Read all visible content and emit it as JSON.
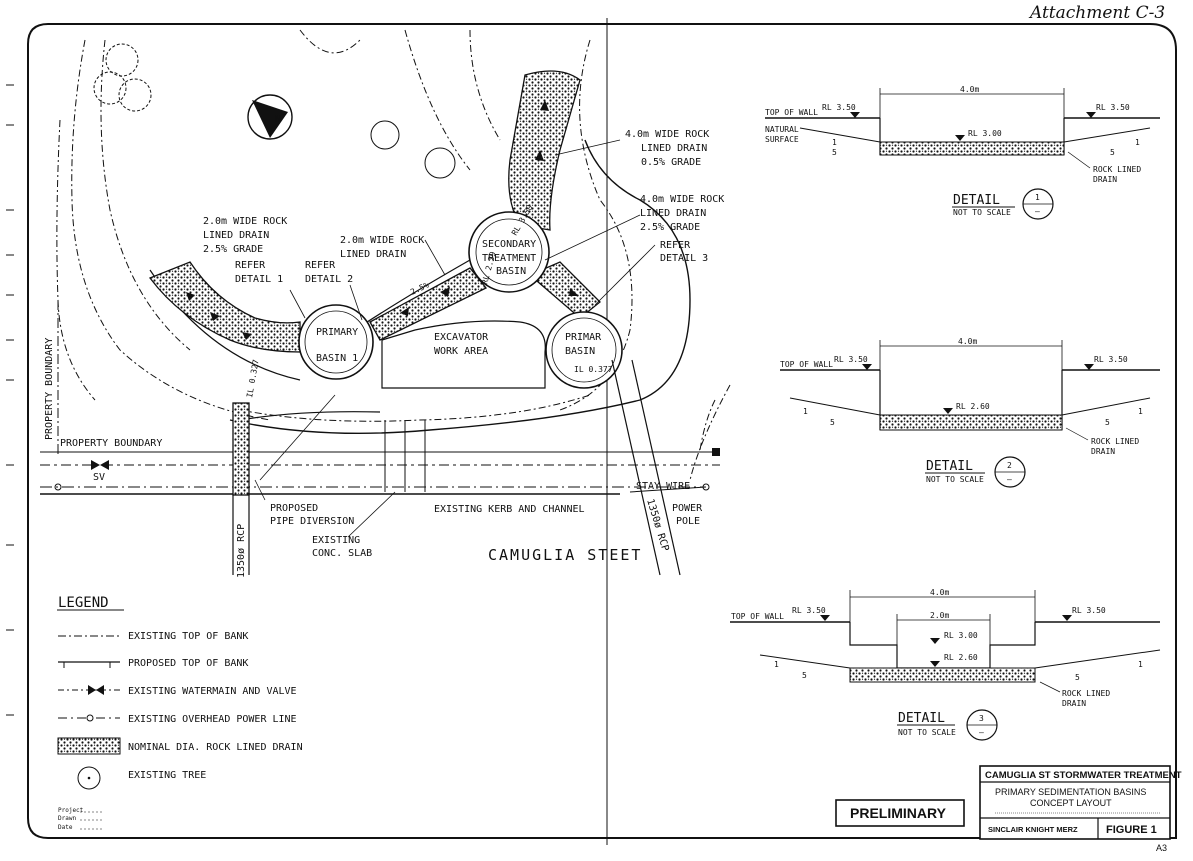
{
  "attachment": "Attachment C-3",
  "plan": {
    "drain_4m_note": [
      "4.0m WIDE ROCK",
      "LINED DRAIN",
      "0.5% GRADE"
    ],
    "drain_4m_right_note": [
      "4.0m WIDE ROCK",
      "LINED DRAIN",
      "2.5% GRADE"
    ],
    "refer_detail_3": [
      "REFER",
      "DETAIL 3"
    ],
    "drain_2m_left_note": [
      "2.0m WIDE ROCK",
      "LINED DRAIN",
      "2.5% GRADE"
    ],
    "refer_detail_1": [
      "REFER",
      "DETAIL 1"
    ],
    "refer_detail_2": [
      "REFER",
      "DETAIL 2"
    ],
    "drain_2m_mid_note": [
      "2.0m WIDE ROCK",
      "LINED DRAIN"
    ],
    "secondary_basin": [
      "SECONDARY",
      "TREATMENT",
      "BASIN"
    ],
    "primary_basin_1": [
      "PRIMARY",
      "BASIN 1"
    ],
    "primary_basin_2": [
      "PRIMAR",
      "BASIN"
    ],
    "excavator_area": [
      "EXCAVATOR",
      "WORK AREA"
    ],
    "level_secondary_top": "RL 3.50",
    "level_secondary_side": "RL 2.39",
    "level_primary1": "IL 0.327",
    "level_primary2": "IL 0.377",
    "grade_small": "2.5%",
    "property_boundary_v": "PROPERTY BOUNDARY",
    "property_boundary_h": "PROPERTY BOUNDARY",
    "sv": "SV",
    "pipe_diversion": [
      "PROPOSED",
      "PIPE DIVERSION"
    ],
    "conc_slab": [
      "EXISTING",
      "CONC. SLAB"
    ],
    "kerb": "EXISTING KERB AND CHANNEL",
    "stay_wire": "STAY WIRE",
    "power_pole": [
      "POWER",
      "POLE"
    ],
    "street": "CAMUGLIA STEET",
    "rcp_left": "1350ø RCP",
    "rcp_right": "1350ø RCP"
  },
  "details": {
    "d1": {
      "width": "4.0m",
      "top_of_wall": "TOP OF WALL",
      "rl_left": "RL 3.50",
      "rl_right": "RL 3.50",
      "rl_bottom": "RL 3.00",
      "natural_surface": [
        "NATURAL",
        "SURFACE"
      ],
      "slope_left": [
        "1",
        "5"
      ],
      "slope_right": [
        "1",
        "5"
      ],
      "rock": [
        "ROCK LINED",
        "DRAIN"
      ],
      "title": "DETAIL",
      "num": "1",
      "sub": "NOT TO SCALE",
      "dash": "–"
    },
    "d2": {
      "width": "4.0m",
      "top_of_wall": "TOP OF WALL",
      "rl_left": "RL 3.50",
      "rl_right": "RL 3.50",
      "rl_bottom": "RL 2.60",
      "slope_left": [
        "1",
        "5"
      ],
      "slope_right": [
        "1",
        "5"
      ],
      "rock": [
        "ROCK LINED",
        "DRAIN"
      ],
      "title": "DETAIL",
      "num": "2",
      "sub": "NOT TO SCALE",
      "dash": "–"
    },
    "d3": {
      "width": "4.0m",
      "width_inner": "2.0m",
      "top_of_wall": "TOP OF WALL",
      "rl_left": "RL 3.50",
      "rl_right": "RL 3.50",
      "rl_mid": "RL 3.00",
      "rl_bottom": "RL 2.60",
      "slope_left": [
        "1",
        "5"
      ],
      "slope_right": [
        "1",
        "5"
      ],
      "rock": [
        "ROCK LINED",
        "DRAIN"
      ],
      "title": "DETAIL",
      "num": "3",
      "sub": "NOT TO SCALE",
      "dash": "–"
    }
  },
  "legend": {
    "title": "LEGEND",
    "items": [
      "EXISTING TOP OF BANK",
      "PROPOSED TOP OF BANK",
      "EXISTING WATERMAIN AND VALVE",
      "EXISTING OVERHEAD POWER LINE",
      "NOMINAL DIA. ROCK LINED DRAIN",
      "EXISTING TREE"
    ]
  },
  "project_fields": [
    "Project",
    "Drawn",
    "Date"
  ],
  "preliminary": "PRELIMINARY",
  "title_block": {
    "title": "CAMUGLIA ST STORMWATER TREATMENT",
    "subtitle1": "PRIMARY SEDIMENTATION BASINS",
    "subtitle2": "CONCEPT LAYOUT",
    "company": "SINCLAIR KNIGHT MERZ",
    "figure": "FIGURE 1",
    "sheet_size": "A3"
  }
}
